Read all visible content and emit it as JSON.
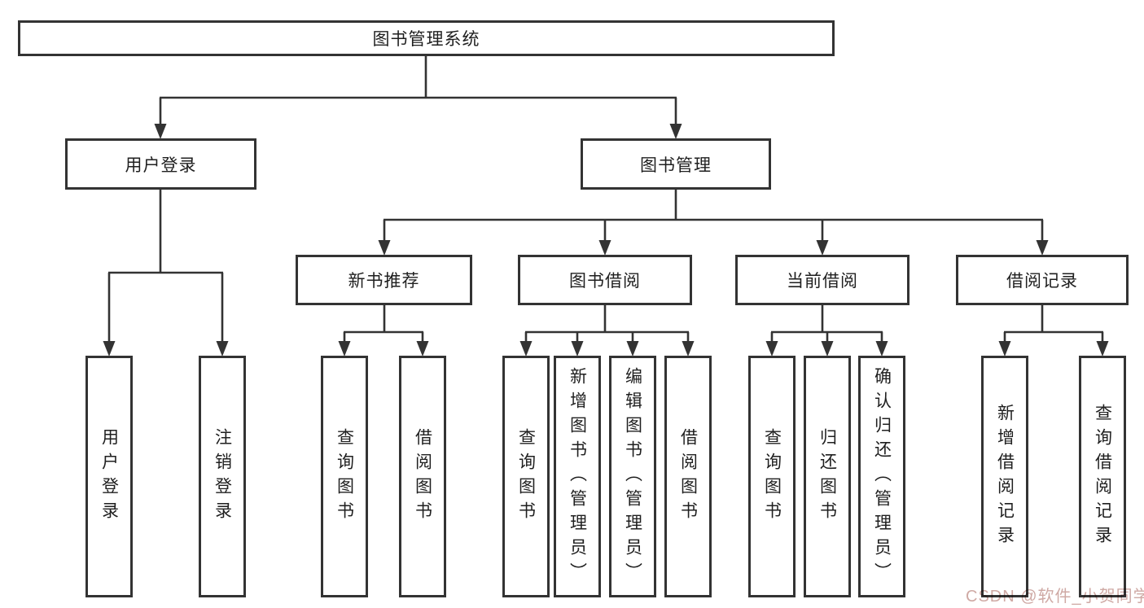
{
  "diagram_type": "hierarchy-tree",
  "colors": {
    "line": "#333333",
    "box_border": "#333333",
    "box_fill": "#ffffff",
    "text": "#1f1f1f",
    "watermark": "#cfa9a4"
  },
  "tree": {
    "label": "图书管理系统",
    "children": [
      {
        "label": "用户登录",
        "children": [
          {
            "label": "用户登录"
          },
          {
            "label": "注销登录"
          }
        ]
      },
      {
        "label": "图书管理",
        "children": [
          {
            "label": "新书推荐",
            "children": [
              {
                "label": "查询图书"
              },
              {
                "label": "借阅图书"
              }
            ]
          },
          {
            "label": "图书借阅",
            "children": [
              {
                "label": "查询图书"
              },
              {
                "label": "新增图书（管理员）"
              },
              {
                "label": "编辑图书（管理员）"
              },
              {
                "label": "借阅图书"
              }
            ]
          },
          {
            "label": "当前借阅",
            "children": [
              {
                "label": "查询图书"
              },
              {
                "label": "归还图书"
              },
              {
                "label": "确认归还（管理员）"
              }
            ]
          },
          {
            "label": "借阅记录",
            "children": [
              {
                "label": "新增借阅记录"
              },
              {
                "label": "查询借阅记录"
              }
            ]
          }
        ]
      }
    ]
  },
  "watermark": {
    "text": "CSDN @软件_小贺同学"
  }
}
